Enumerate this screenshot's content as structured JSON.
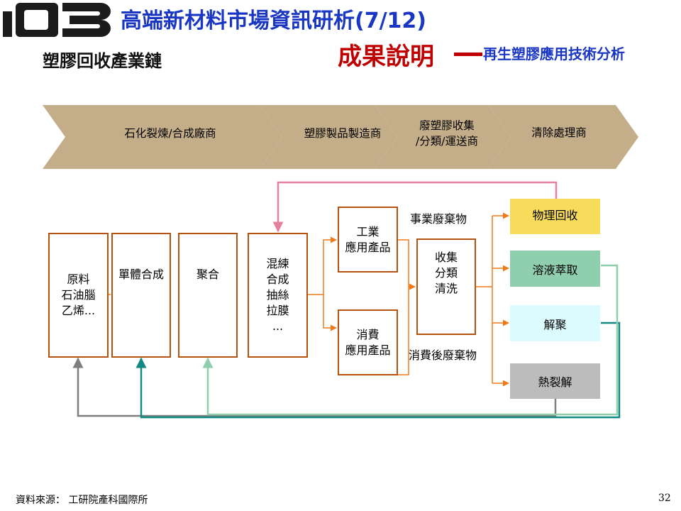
{
  "header": {
    "logo_text": "iD3",
    "title": "高端新材料市場資訊研析(7/12)",
    "chain_title": "塑膠回收產業鏈",
    "results_title": "成果說明",
    "results_subtitle": "再生塑膠應用技術分析"
  },
  "chain": [
    {
      "label": "石化裂煉/合成廠商"
    },
    {
      "label": "塑膠製品製造商"
    },
    {
      "label": "廢塑膠收集\n/分類/運送商"
    },
    {
      "label": "清除處理商"
    }
  ],
  "process_boxes": [
    {
      "label": "原料\n石油腦\n乙烯..."
    },
    {
      "label": "單體合成"
    },
    {
      "label": "聚合"
    },
    {
      "label": "混練\n合成\n抽絲\n拉膜\n..."
    }
  ],
  "products": [
    {
      "label": "工業\n應用產品"
    },
    {
      "label": "消費\n應用產品"
    }
  ],
  "waste_labels": {
    "industrial": "事業廢棄物",
    "consumer": "消費後廢棄物"
  },
  "collect_box": {
    "label": "收集\n分類\n清洗"
  },
  "technologies": [
    {
      "label": "物理回收",
      "color": "#f7dc5c"
    },
    {
      "label": "溶液萃取",
      "color": "#8fcfad"
    },
    {
      "label": "解聚",
      "color": "#dcfbff"
    },
    {
      "label": "熱裂解",
      "color": "#bcbcbc"
    }
  ],
  "colors": {
    "chevron": "#c4ae8a",
    "box_border": "#b5520f",
    "arrow_orange": "#f07a1a",
    "loop_pink": "#e5819e",
    "loop_gray": "#7f7f7f",
    "loop_teal": "#128a84",
    "loop_mint": "#8fcfad"
  },
  "footer": {
    "source": "資料來源： 工研院產科國際所",
    "page": "32"
  }
}
